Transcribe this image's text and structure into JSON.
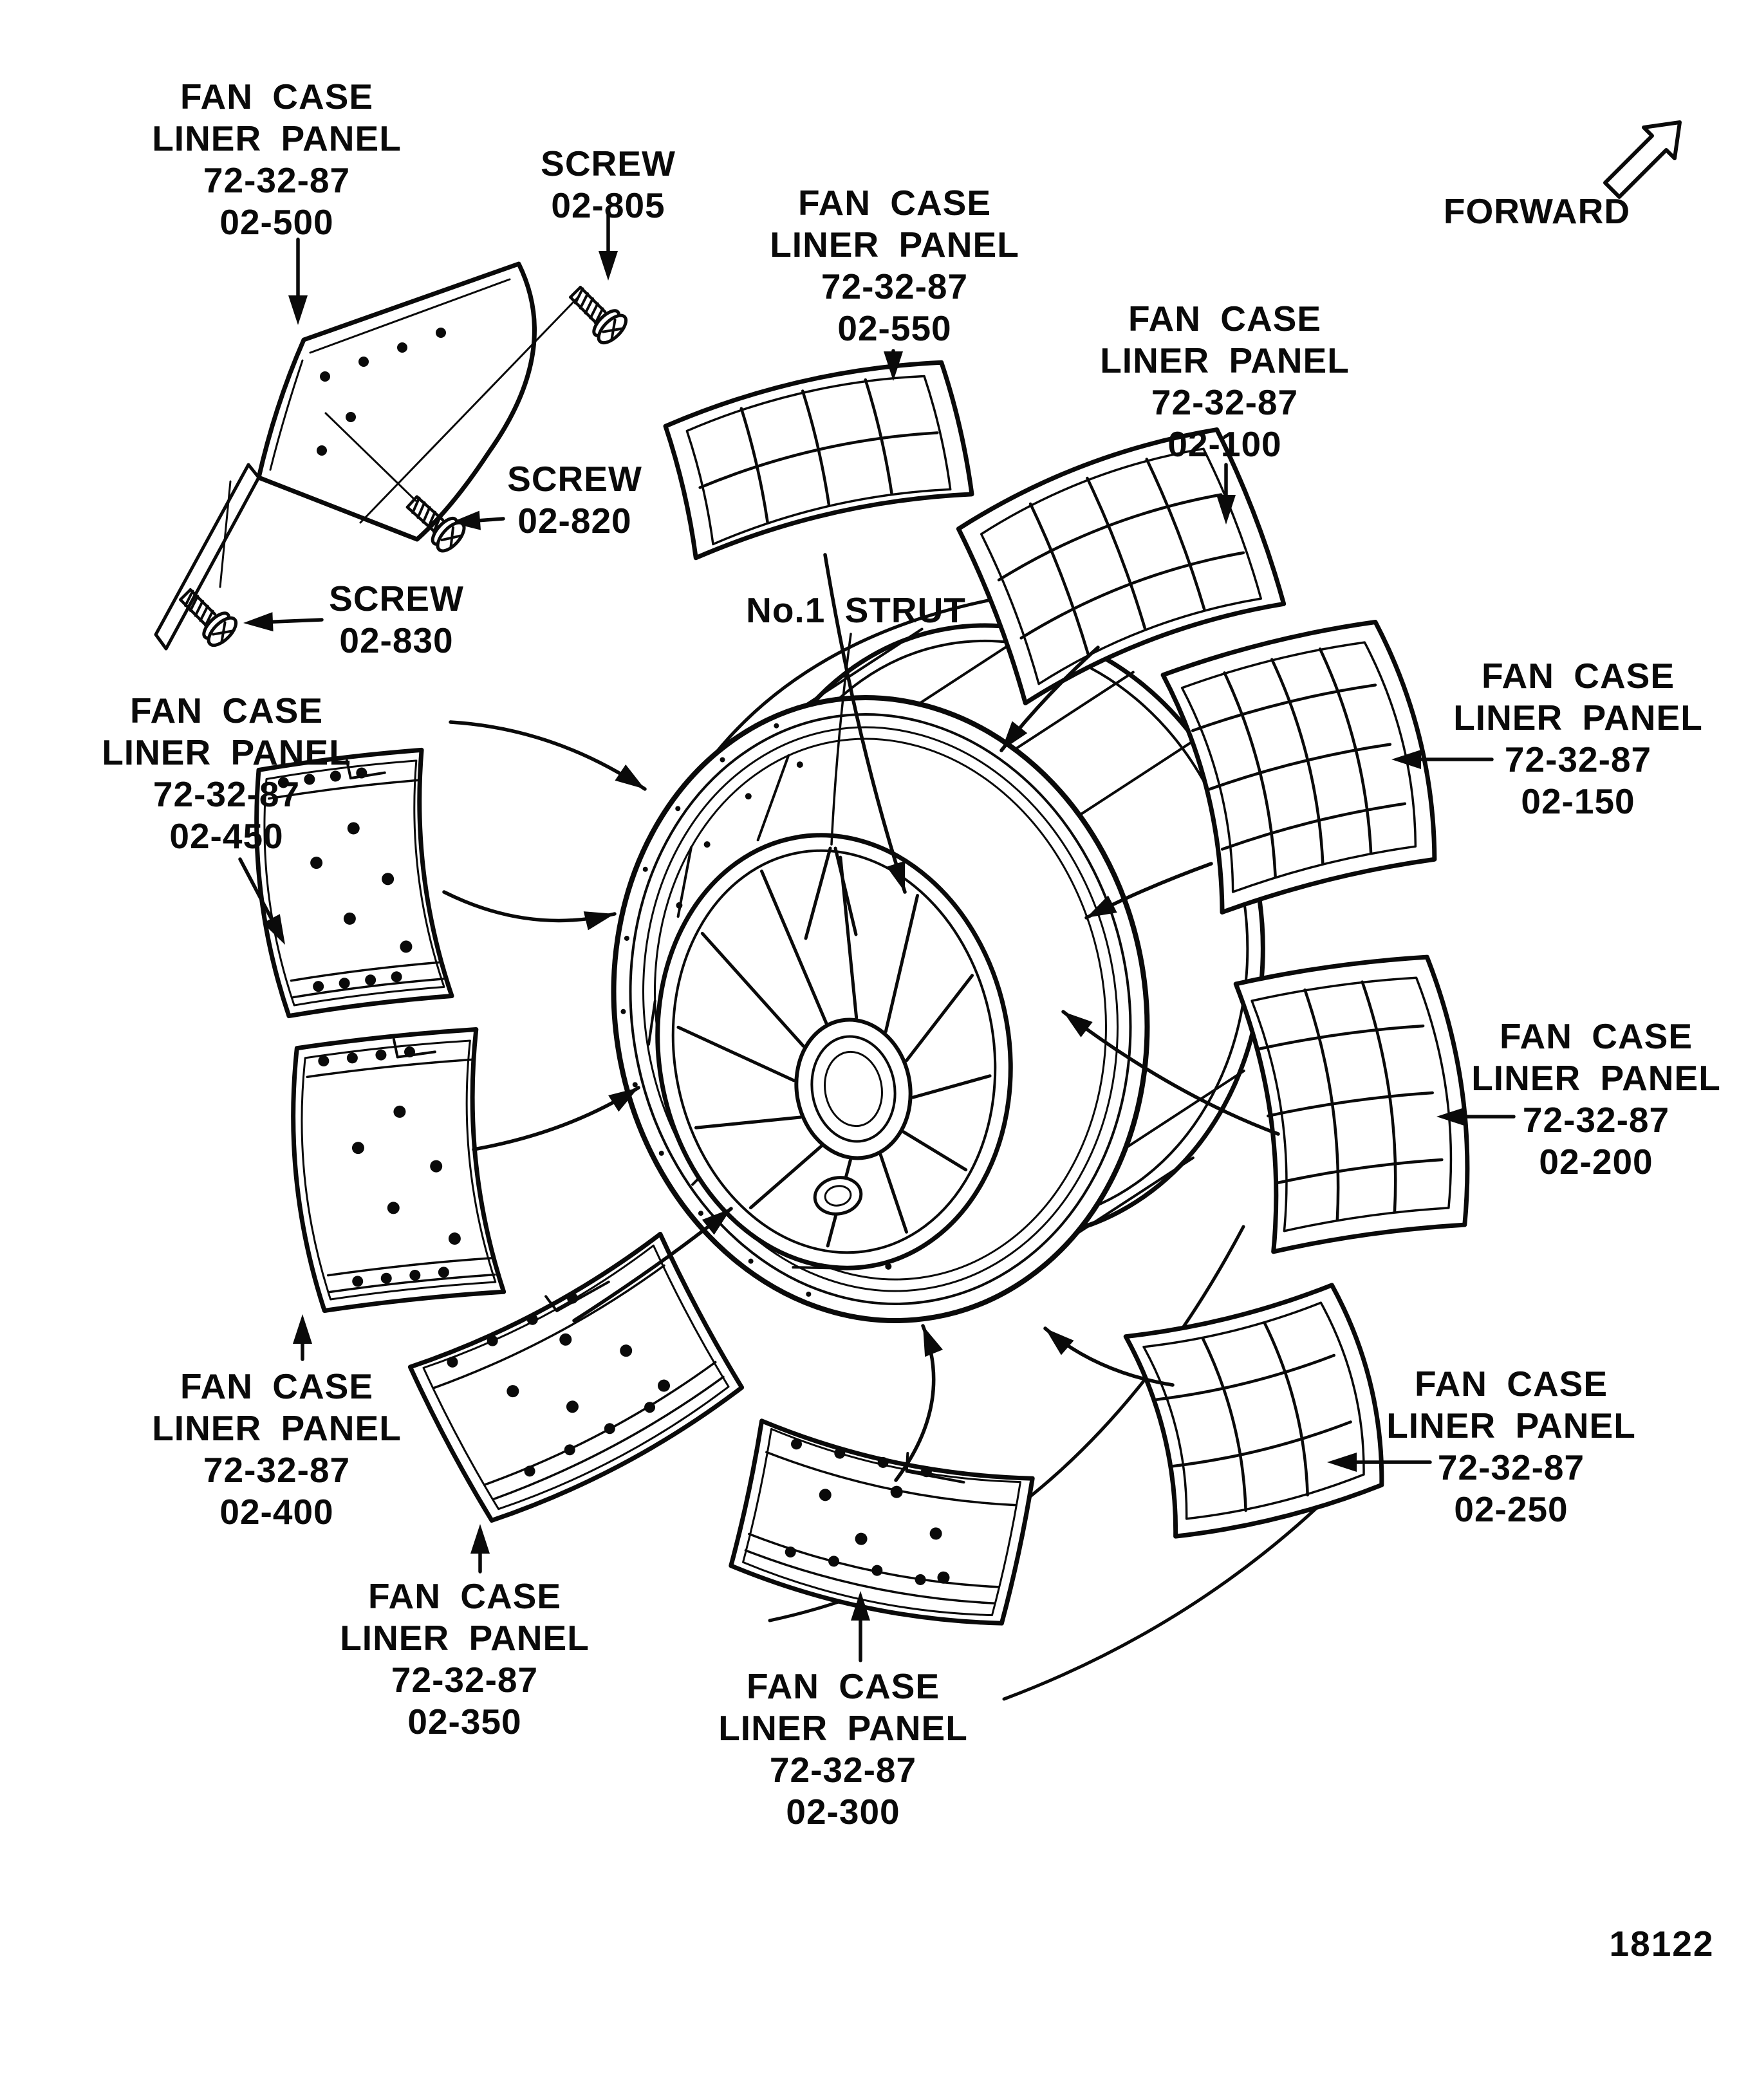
{
  "page": {
    "paper_color": "#ffffff",
    "ink_color": "#0a0a0a"
  },
  "figure": {
    "forward_label": "FORWARD",
    "strut_label": "No.1 STRUT",
    "figure_number": "18122"
  },
  "panel_labels": [
    {
      "id": "02-500",
      "lines": [
        "FAN CASE",
        "LINER PANEL",
        "72-32-87",
        "02-500"
      ]
    },
    {
      "id": "02-550",
      "lines": [
        "FAN CASE",
        "LINER PANEL",
        "72-32-87",
        "02-550"
      ]
    },
    {
      "id": "02-100",
      "lines": [
        "FAN CASE",
        "LINER PANEL",
        "72-32-87",
        "02-100"
      ]
    },
    {
      "id": "02-150",
      "lines": [
        "FAN CASE",
        "LINER PANEL",
        "72-32-87",
        "02-150"
      ]
    },
    {
      "id": "02-450",
      "lines": [
        "FAN CASE",
        "LINER PANEL",
        "72-32-87",
        "02-450"
      ]
    },
    {
      "id": "02-200",
      "lines": [
        "FAN CASE",
        "LINER PANEL",
        "72-32-87",
        "02-200"
      ]
    },
    {
      "id": "02-250",
      "lines": [
        "FAN CASE",
        "LINER PANEL",
        "72-32-87",
        "02-250"
      ]
    },
    {
      "id": "02-400",
      "lines": [
        "FAN CASE",
        "LINER PANEL",
        "72-32-87",
        "02-400"
      ]
    },
    {
      "id": "02-350",
      "lines": [
        "FAN CASE",
        "LINER PANEL",
        "72-32-87",
        "02-350"
      ]
    },
    {
      "id": "02-300",
      "lines": [
        "FAN CASE",
        "LINER PANEL",
        "72-32-87",
        "02-300"
      ]
    }
  ],
  "screw_labels": [
    {
      "id": "02-805",
      "lines": [
        "SCREW",
        "02-805"
      ]
    },
    {
      "id": "02-820",
      "lines": [
        "SCREW",
        "02-820"
      ]
    },
    {
      "id": "02-830",
      "lines": [
        "SCREW",
        "02-830"
      ]
    }
  ]
}
